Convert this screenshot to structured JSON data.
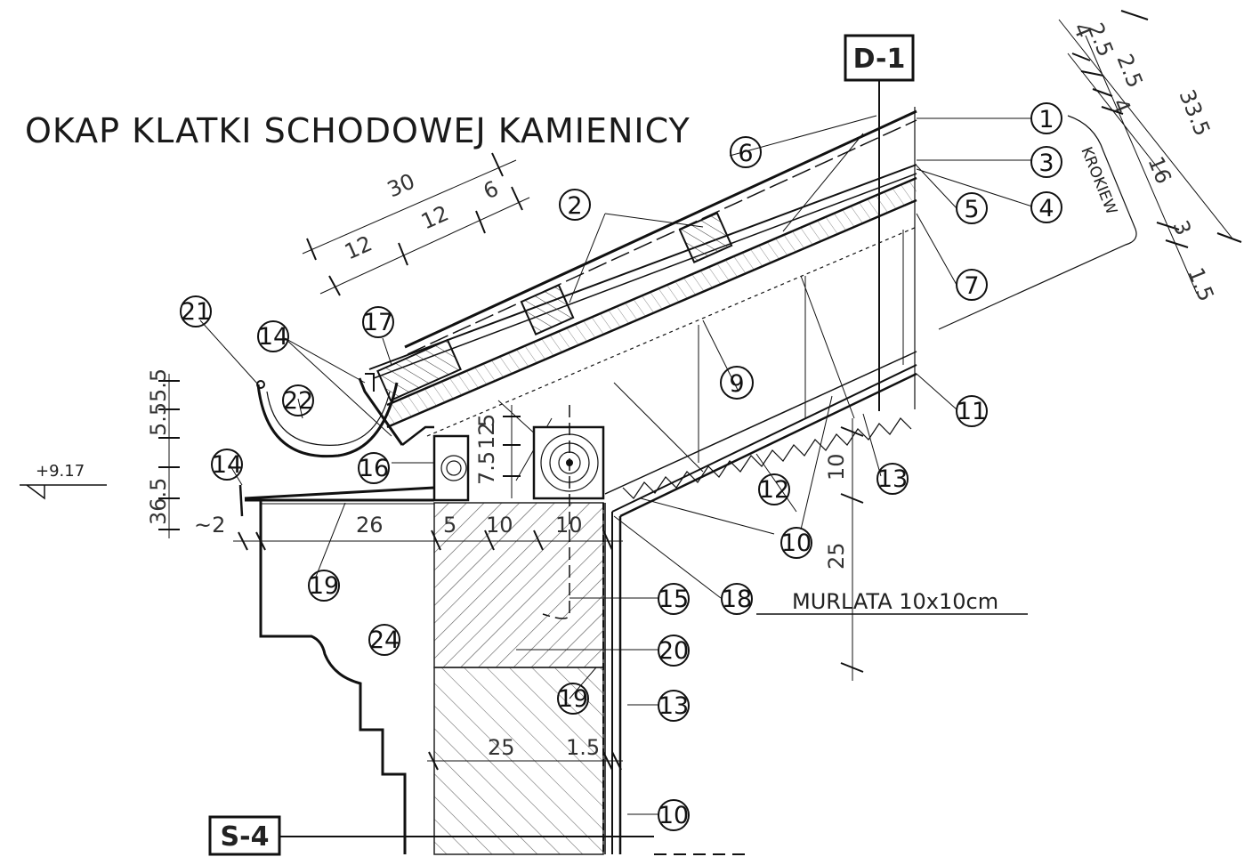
{
  "title": "OKAP KLATKI SCHODOWEJ KAMIENICY",
  "sections": {
    "d1": "D-1",
    "s4": "S-4"
  },
  "elevation": "+9.17",
  "note_murlata": "MURLATA 10x10cm",
  "krokiew": "KROKIEW",
  "callouts": {
    "c1": "1",
    "c2": "2",
    "c3": "3",
    "c4": "4",
    "c5": "5",
    "c6": "6",
    "c7": "7",
    "c9": "9",
    "c10a": "10",
    "c10b": "10",
    "c11": "11",
    "c12": "12",
    "c13a": "13",
    "c13b": "13",
    "c14a": "14",
    "c14b": "14",
    "c15": "15",
    "c16": "16",
    "c17": "17",
    "c18": "18",
    "c19a": "19",
    "c19b": "19",
    "c20": "20",
    "c21": "21",
    "c22": "22",
    "c24": "24"
  },
  "dims": {
    "d30": "30",
    "d12a": "12",
    "d12b": "12",
    "d6": "6",
    "d26": "26",
    "d5": "5",
    "d10a": "10",
    "d10b": "10",
    "d2": "~2",
    "d25a": "25",
    "d1_5": "1.5",
    "d25b": "25",
    "d10c": "10",
    "v5a": "5.5",
    "v5b": "5.5",
    "v6": "36.5",
    "v5c": "5",
    "v7": "7.5",
    "v12": "12",
    "r4": "4",
    "r25a": "2.5",
    "r25b": "2.5",
    "r4b": "4",
    "r16": "16",
    "r335": "33.5",
    "r3": "3",
    "r15": "1.5"
  }
}
